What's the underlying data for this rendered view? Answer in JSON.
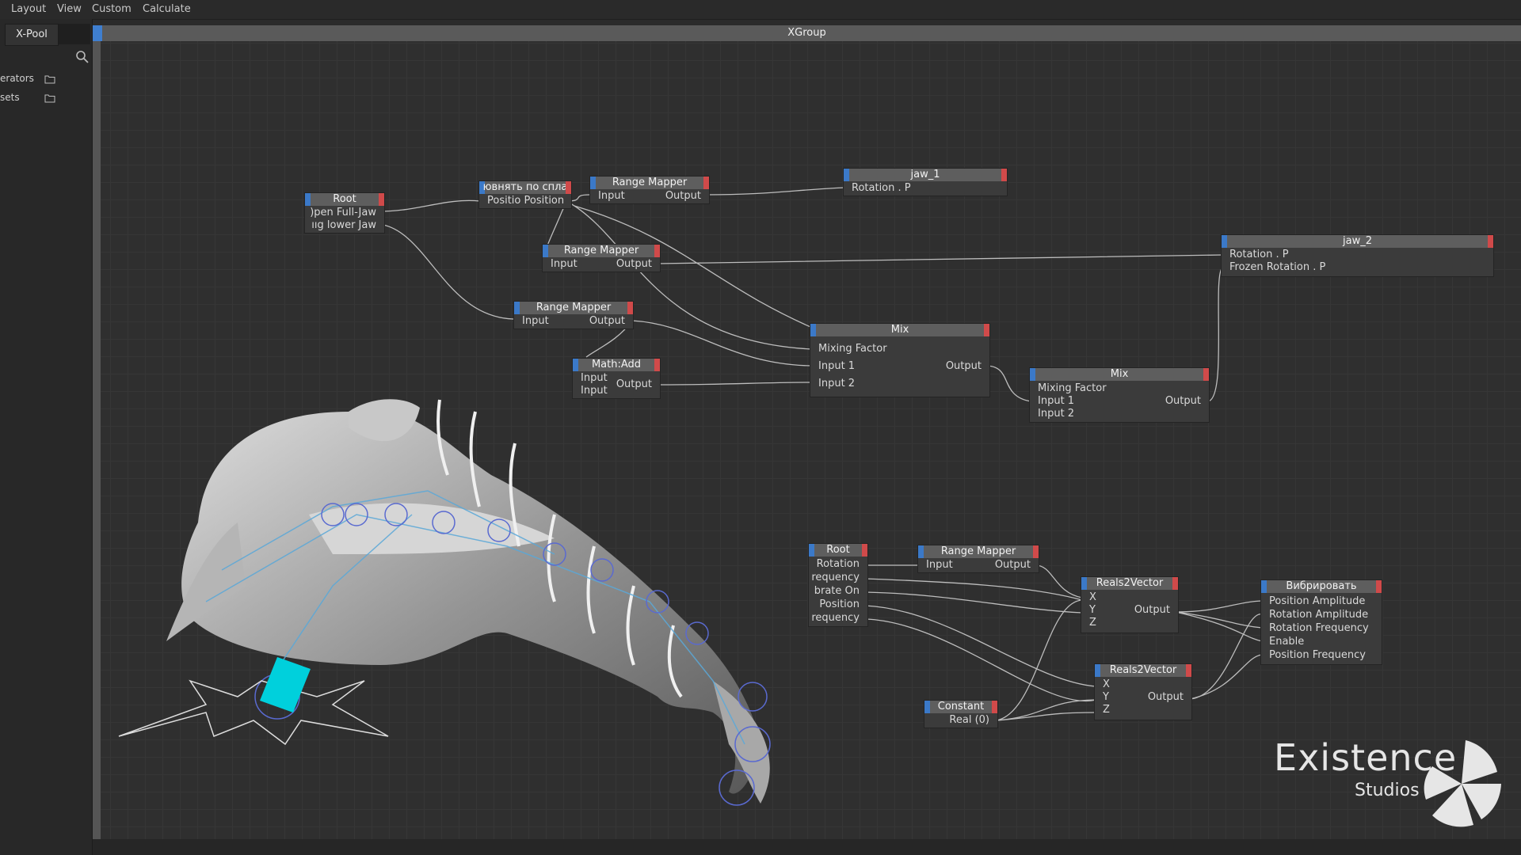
{
  "menu": [
    "Layout",
    "View",
    "Custom",
    "Calculate"
  ],
  "sidebar": {
    "tab": "X-Pool",
    "items": [
      {
        "label": "erators",
        "icon": "folder-icon"
      },
      {
        "label": "sets",
        "icon": "folder-icon"
      }
    ]
  },
  "graph": {
    "title": "XGroup"
  },
  "nodes": {
    "root1": {
      "title": "Root",
      "outputs": [
        ")pen Full-Jaw",
        "ııg lower Jaw"
      ]
    },
    "align": {
      "title": "ювнять по спла",
      "port": "Positio Position"
    },
    "rm1": {
      "title": "Range Mapper",
      "input": "Input",
      "output": "Output"
    },
    "jaw1": {
      "title": "jaw_1",
      "input": "Rotation . P"
    },
    "rm2": {
      "title": "Range Mapper",
      "input": "Input",
      "output": "Output"
    },
    "jaw2": {
      "title": "jaw_2",
      "inputs": [
        "Rotation . P",
        "Frozen Rotation . P"
      ]
    },
    "rm3": {
      "title": "Range Mapper",
      "input": "Input",
      "output": "Output"
    },
    "mathadd": {
      "title": "Math:Add",
      "inputs": [
        "Input",
        "Input"
      ],
      "output": "Output"
    },
    "mix1": {
      "title": "Mix",
      "inputs": [
        "Mixing Factor",
        "Input 1",
        "Input 2"
      ],
      "output": "Output"
    },
    "mix2": {
      "title": "Mix",
      "inputs": [
        "Mixing Factor",
        "Input 1",
        "Input 2"
      ],
      "output": "Output"
    },
    "root2": {
      "title": "Root",
      "outputs": [
        "Rotation",
        "requency",
        "brate On",
        "Position",
        "requency"
      ]
    },
    "rm4": {
      "title": "Range Mapper",
      "input": "Input",
      "output": "Output"
    },
    "r2v1": {
      "title": "Reals2Vector",
      "inputs": [
        "X",
        "Y",
        "Z"
      ],
      "output": "Output"
    },
    "r2v2": {
      "title": "Reals2Vector",
      "inputs": [
        "X",
        "Y",
        "Z"
      ],
      "output": "Output"
    },
    "vibrate": {
      "title": "Вибрировать",
      "inputs": [
        "Position Amplitude",
        "Rotation Amplitude",
        "Rotation Frequency",
        "Enable",
        "Position Frequency"
      ]
    },
    "constant": {
      "title": "Constant",
      "output": "Real (0)"
    }
  },
  "logo": {
    "name": "Existence",
    "sub": "Studios"
  },
  "colors": {
    "accent_blue": "#3b79c8",
    "accent_red": "#d04a4a",
    "selection_cyan": "#00d0dc"
  }
}
